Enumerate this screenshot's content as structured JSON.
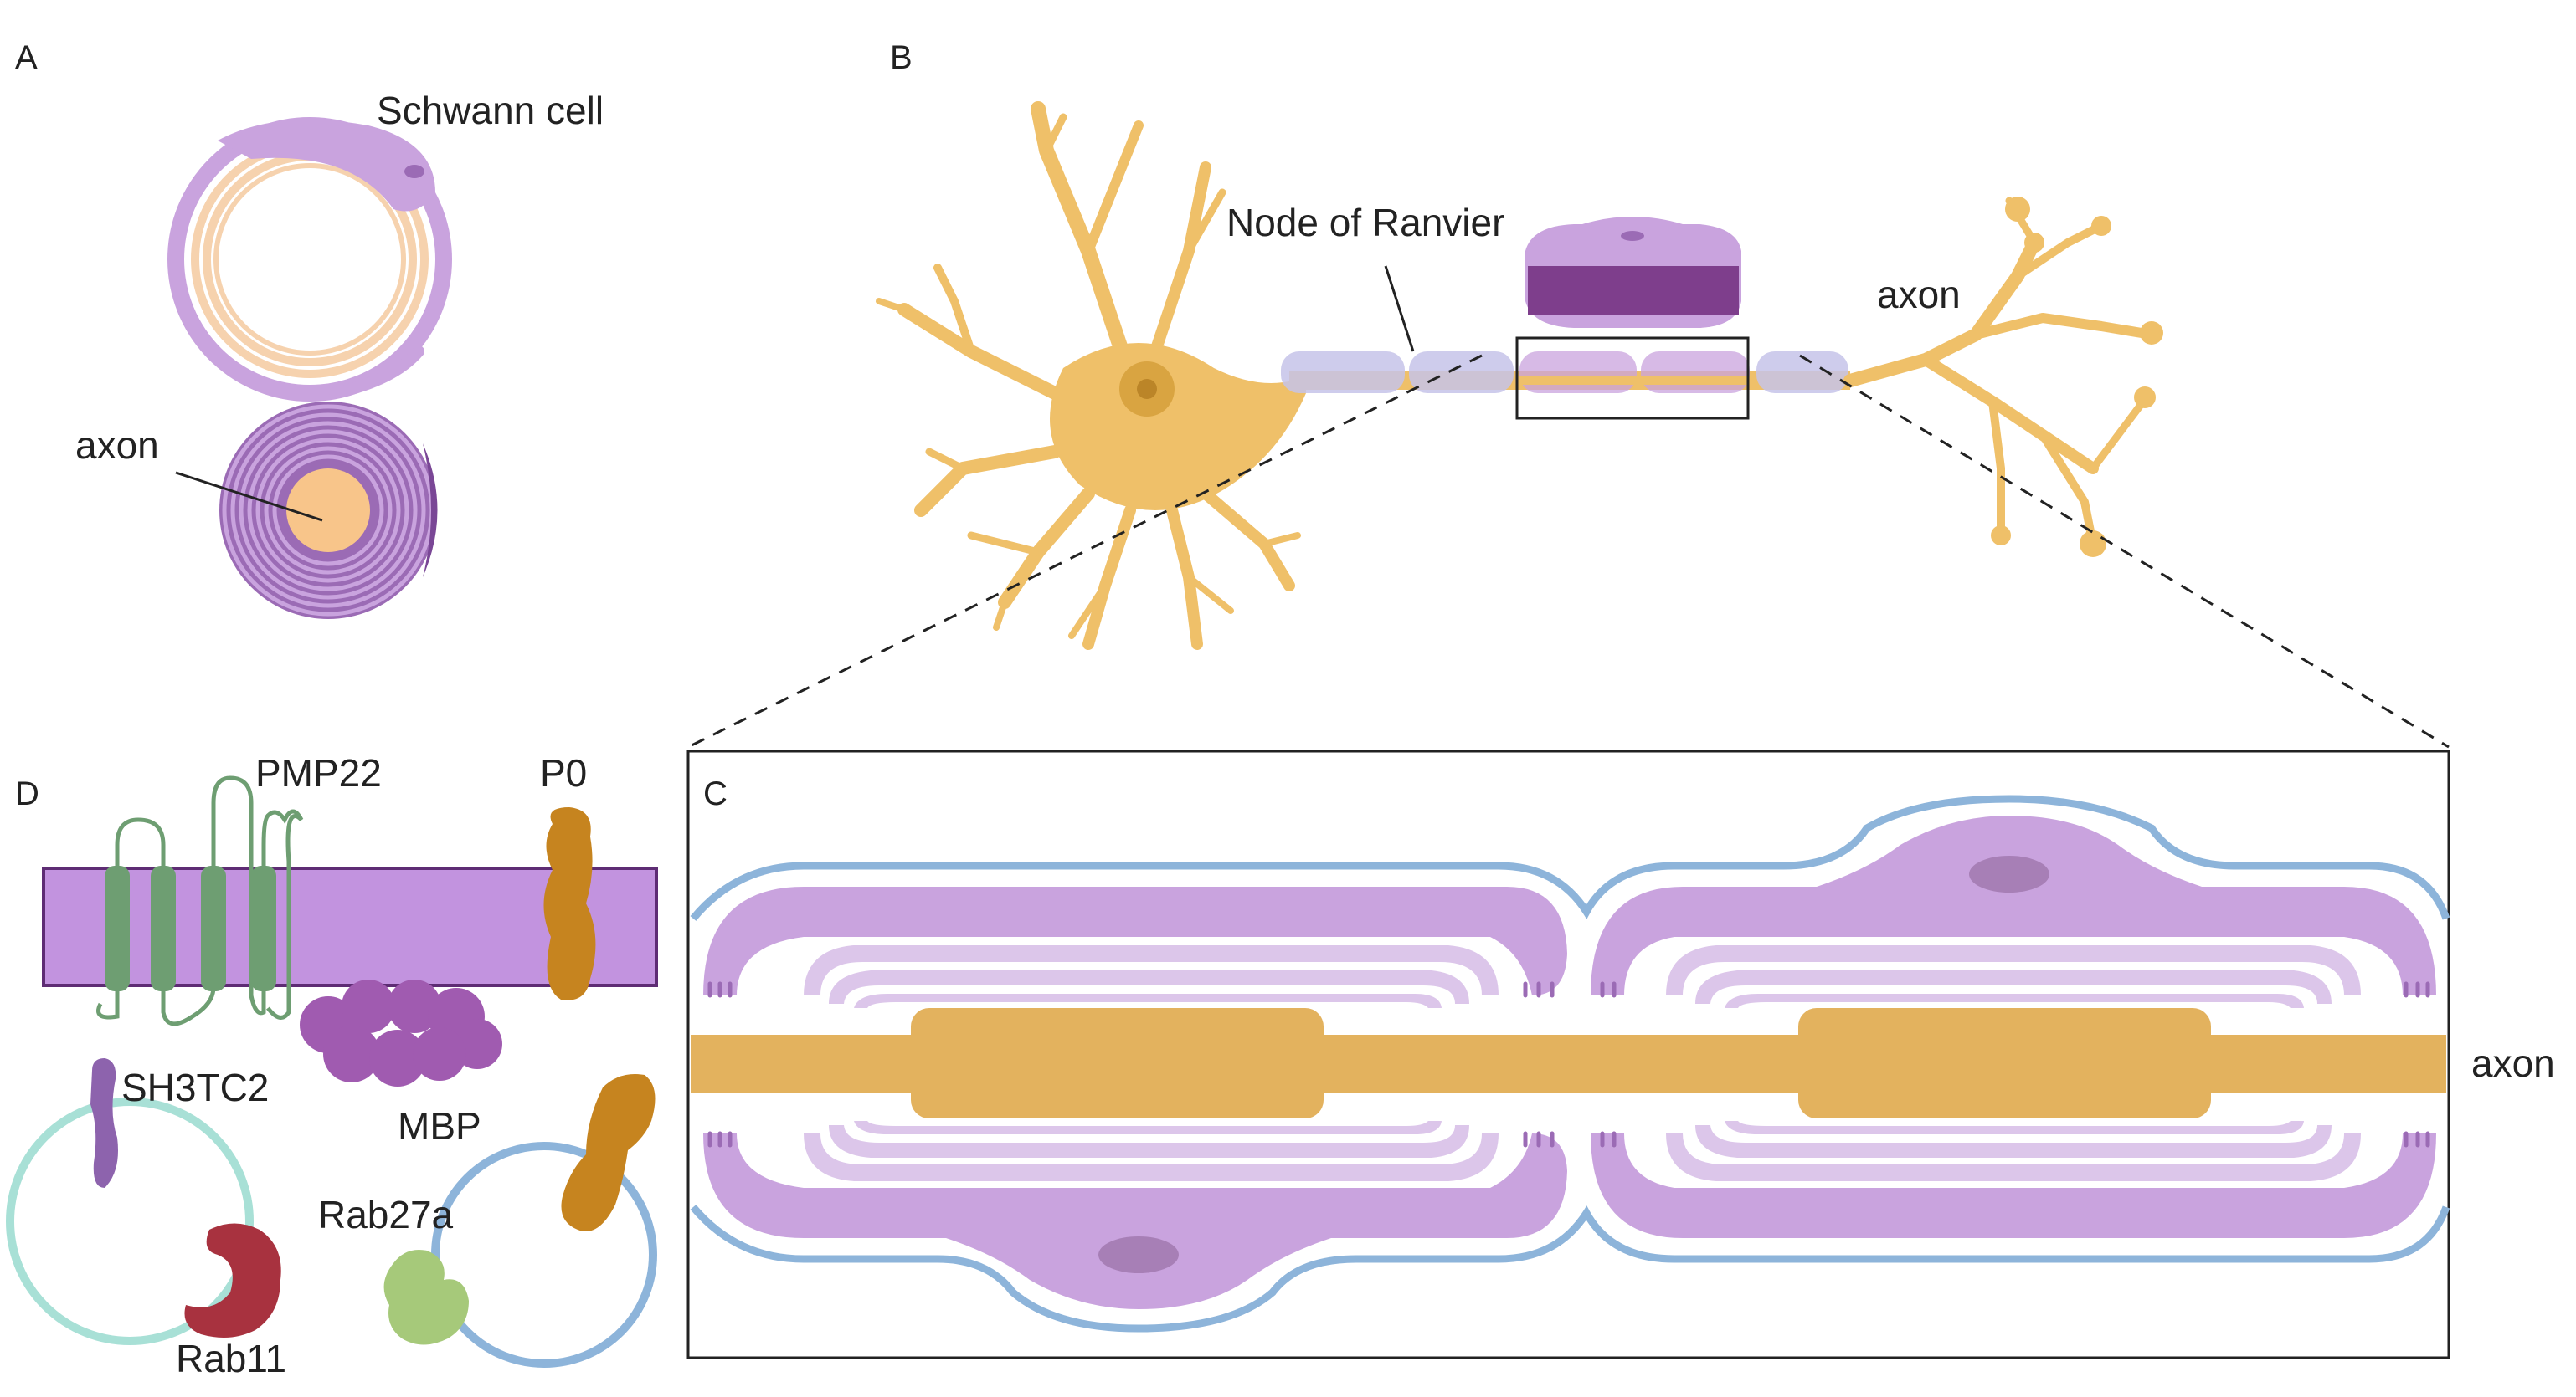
{
  "panels": {
    "a": "A",
    "b": "B",
    "c": "C",
    "d": "D"
  },
  "labels": {
    "schwann_cell": "Schwann cell",
    "axon_a": "axon",
    "node_of_ranvier": "Node of Ranvier",
    "axon_b": "axon",
    "axon_c": "axon",
    "pmp22": "PMP22",
    "p0": "P0",
    "sh3tc2": "SH3TC2",
    "mbp": "MBP",
    "rab27a": "Rab27a",
    "rab11": "Rab11"
  },
  "colors": {
    "neuron": "#EFC069",
    "neuron_dark": "#D9A441",
    "myelin": "#C9A3DE",
    "myelin_dark": "#9B6BB5",
    "myelin_light": "#DCC6EA",
    "basal_lamina": "#8DB4DA",
    "axon_core": "#E3B25E",
    "membrane": "#C293DF",
    "pmp22": "#6E9E72",
    "p0": "#C6841F",
    "mbp": "#A05BB0",
    "sh3tc2": "#8D63AD",
    "rab11": "#A8323F",
    "rab27a": "#A6C97A",
    "vesicle_teal": "#A8E0D6",
    "vesicle_blue": "#8DB4DA"
  }
}
